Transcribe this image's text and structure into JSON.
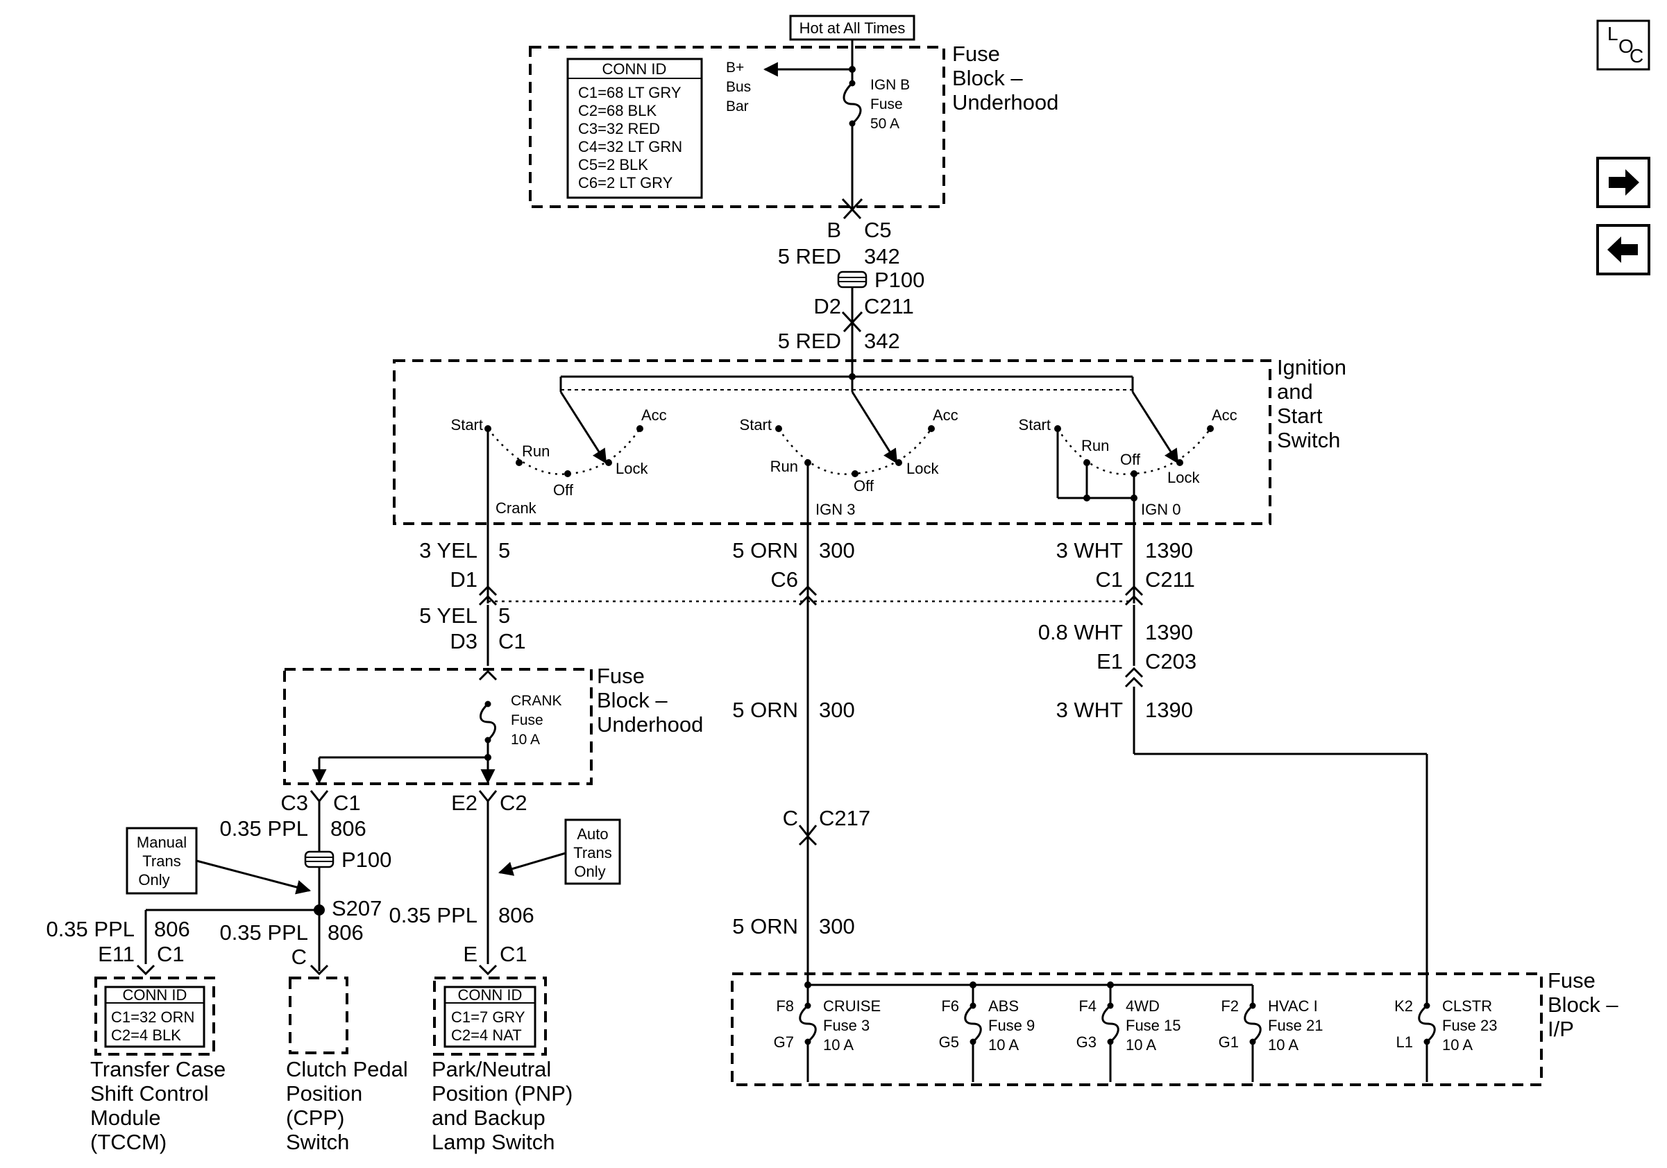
{
  "top_source": "Hot at All Times",
  "fuse_block_underhood": {
    "title": [
      "Fuse",
      "Block –",
      "Underhood"
    ],
    "conn_id_title": "CONN ID",
    "conn_ids": [
      "C1=68 LT GRY",
      "C2=68 BLK",
      "C3=32 RED",
      "C4=32 LT GRN",
      "C5=2 BLK",
      "C6=2 LT GRY"
    ],
    "bus_bar": [
      "B+",
      "Bus",
      "Bar"
    ],
    "ign_b_fuse": [
      "IGN B",
      "Fuse",
      "50 A"
    ]
  },
  "main_feed": {
    "pin_b": "B",
    "conn_c5": "C5",
    "wire1_size": "5 RED",
    "wire1_circuit": "342",
    "splice_p100": "P100",
    "pin_d2": "D2",
    "conn_c211": "C211",
    "wire2_size": "5 RED",
    "wire2_circuit": "342"
  },
  "ignition_switch": {
    "title": [
      "Ignition",
      "and",
      "Start",
      "Switch"
    ],
    "left": {
      "start": "Start",
      "run": "Run",
      "off": "Off",
      "lock": "Lock",
      "acc": "Acc",
      "output": "Crank"
    },
    "middle": {
      "start": "Start",
      "run": "Run",
      "off": "Off",
      "lock": "Lock",
      "acc": "Acc",
      "output": "IGN 3"
    },
    "right": {
      "start": "Start",
      "run": "Run",
      "off": "Off",
      "lock": "Lock",
      "acc": "Acc",
      "output": "IGN 0"
    }
  },
  "left_branch": {
    "w1_size": "3 YEL",
    "w1_circuit": "5",
    "pin_d1": "D1",
    "w2_size": "5 YEL",
    "w2_circuit": "5",
    "pin_d3": "D3",
    "conn_c1": "C1",
    "fuse_block_title": [
      "Fuse",
      "Block –",
      "Underhood"
    ],
    "crank_fuse": [
      "CRANK",
      "Fuse",
      "10 A"
    ],
    "pin_c3": "C3",
    "conn_c1b": "C1",
    "pin_e2": "E2",
    "conn_c2": "C2",
    "w3_size": "0.35 PPL",
    "w3_circuit": "806",
    "splice_p100": "P100",
    "manual_trans": [
      "Manual",
      "Trans",
      "Only"
    ],
    "auto_trans": [
      "Auto",
      "Trans",
      "Only"
    ],
    "splice_s207": "S207",
    "w4_size": "0.35 PPL",
    "w4_circuit": "806",
    "w5_size": "0.35 PPL",
    "w5_circuit": "806",
    "w6_size": "0.35 PPL",
    "w6_circuit": "806",
    "tccm_pin": "E11",
    "tccm_conn": "C1",
    "cpp_pin": "C",
    "pnp_pin": "E",
    "pnp_conn": "C1",
    "tccm_conn_title": "CONN ID",
    "tccm_conn_ids": [
      "C1=32 ORN",
      "C2=4 BLK"
    ],
    "pnp_conn_title": "CONN ID",
    "pnp_conn_ids": [
      "C1=7 GRY",
      "C2=4 NAT"
    ],
    "tccm_name": [
      "Transfer Case",
      "Shift Control",
      "Module",
      "(TCCM)"
    ],
    "cpp_name": [
      "Clutch Pedal",
      "Position",
      "(CPP)",
      "Switch"
    ],
    "pnp_name": [
      "Park/Neutral",
      "Position (PNP)",
      "and Backup",
      "Lamp Switch"
    ]
  },
  "middle_branch": {
    "w1_size": "5 ORN",
    "w1_circuit": "300",
    "pin_c6": "C6",
    "w2_size": "5 ORN",
    "w2_circuit": "300",
    "pin_c": "C",
    "conn_c217": "C217",
    "w3_size": "5 ORN",
    "w3_circuit": "300"
  },
  "right_branch": {
    "w1_size": "3 WHT",
    "w1_circuit": "1390",
    "pin_c1": "C1",
    "conn_c211": "C211",
    "w2_size": "0.8 WHT",
    "w2_circuit": "1390",
    "pin_e1": "E1",
    "conn_c203": "C203",
    "w3_size": "3 WHT",
    "w3_circuit": "1390"
  },
  "fuse_block_ip": {
    "title": [
      "Fuse",
      "Block –",
      "I/P"
    ],
    "fuses": [
      {
        "in_pin": "F8",
        "out_pin": "G7",
        "name": "CRUISE",
        "fuse": "Fuse 3",
        "rating": "10 A"
      },
      {
        "in_pin": "F6",
        "out_pin": "G5",
        "name": "ABS",
        "fuse": "Fuse 9",
        "rating": "10 A"
      },
      {
        "in_pin": "F4",
        "out_pin": "G3",
        "name": "4WD",
        "fuse": "Fuse 15",
        "rating": "10 A"
      },
      {
        "in_pin": "F2",
        "out_pin": "G1",
        "name": "HVAC I",
        "fuse": "Fuse 21",
        "rating": "10 A"
      },
      {
        "in_pin": "K2",
        "out_pin": "L1",
        "name": "CLSTR",
        "fuse": "Fuse 23",
        "rating": "10 A"
      }
    ]
  },
  "nav": {
    "loc_l": "L",
    "loc_o": "O",
    "loc_c": "C",
    "forward_icon": "arrow-right-icon",
    "back_icon": "arrow-left-icon"
  }
}
